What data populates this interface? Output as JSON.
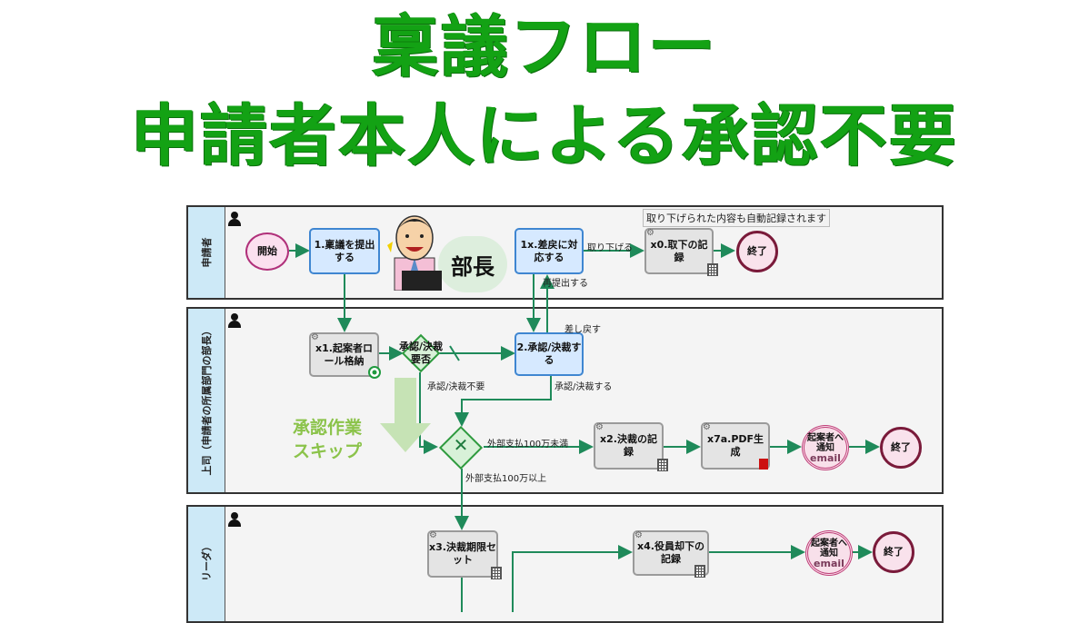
{
  "title_line1": "稟議フロー",
  "title_line2": "申請者本人による承認不要",
  "lanes": [
    {
      "label": "申請者"
    },
    {
      "label": "上司（申請者の所属部門の部長）"
    },
    {
      "label": "リーダ）"
    }
  ],
  "nodes": {
    "start": "開始",
    "task1": "1.稟議を提出する",
    "task1x": "1x.差戻に対応する",
    "taskx0": "x0.取下の記録",
    "end1": "終了",
    "taskx1": "x1.起案者ロール格納",
    "gw1": "承認/決裁要否",
    "task2": "2.承認/決裁する",
    "taskx2": "x2.決裁の記録",
    "taskx7a": "x7a.PDF生成",
    "notify1": "起案者へ通知",
    "notify1_sub": "email",
    "end2": "終了",
    "taskx3": "x3.決裁期限セット",
    "taskx4": "x4.役員却下の記録",
    "notify2": "起案者へ通知",
    "notify2_sub": "email",
    "end3": "終了"
  },
  "edge_labels": {
    "withdraw": "取り下げる",
    "resubmit": "再提出する",
    "sendback": "差し戻す",
    "not_needed": "承認/決裁不要",
    "approve": "承認/決裁する",
    "under_1m": "外部支払100万未満",
    "over_1m": "外部支払100万以上"
  },
  "tooltip": "取り下げられた内容も自動記録されます",
  "manager_label": "部長",
  "skip_label_line1": "承認作業",
  "skip_label_line2": "スキップ",
  "colors": {
    "title": "#13a214",
    "skip": "#8bc34a",
    "flow": "#1f8a5a"
  }
}
